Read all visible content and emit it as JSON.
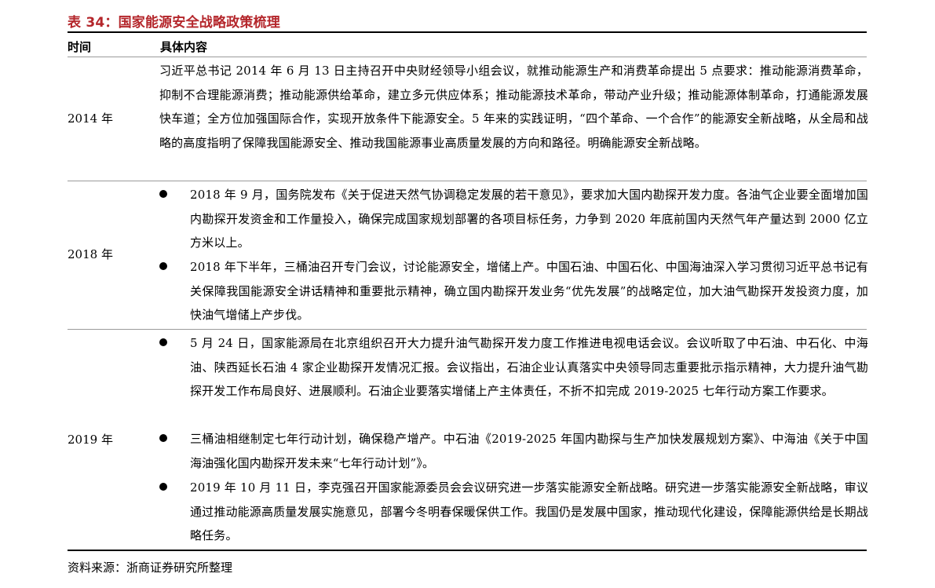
{
  "title": "表 34：国家能源安全战略政策梳理",
  "table": {
    "headers": {
      "time": "时间",
      "content": "具体内容"
    },
    "rows": [
      {
        "year": "2014 年",
        "paragraph": "习近平总书记 2014 年 6 月 13 日主持召开中央财经领导小组会议，就推动能源生产和消费革命提出 5 点要求：推动能源消费革命，抑制不合理能源消费；推动能源供给革命，建立多元供应体系；推动能源技术革命，带动产业升级；推动能源体制革命，打通能源发展快车道；全方位加强国际合作，实现开放条件下能源安全。5 年来的实践证明，“四个革命、一个合作”的能源安全新战略，从全局和战略的高度指明了保障我国能源安全、推动我国能源事业高质量发展的方向和路径。明确能源安全新战略。"
      },
      {
        "year": "2018 年",
        "bullets": [
          "2018 年 9 月，国务院发布《关于促进天然气协调稳定发展的若干意见》，要求加大国内勘探开发力度。各油气企业要全面增加国内勘探开发资金和工作量投入，确保完成国家规划部署的各项目标任务，力争到 2020 年底前国内天然气年产量达到 2000 亿立方米以上。",
          "2018 年下半年，三桶油召开专门会议，讨论能源安全，增储上产。中国石油、中国石化、中国海油深入学习贯彻习近平总书记有关保障我国能源安全讲话精神和重要批示精神，确立国内勘探开发业务“优先发展”的战略定位，加大油气勘探开发投资力度，加快油气增储上产步伐。"
        ]
      },
      {
        "year": "2019 年",
        "bullets": [
          "5 月 24 日，国家能源局在北京组织召开大力提升油气勘探开发力度工作推进电视电话会议。会议听取了中石油、中石化、中海油、陕西延长石油 4 家企业勘探开发情况汇报。会议指出，石油企业认真落实中央领导同志重要批示指示精神，大力提升油气勘探开发工作布局良好、进展顺利。石油企业要落实增储上产主体责任，不折不扣完成 2019-2025 七年行动方案工作要求。",
          "三桶油相继制定七年行动计划，确保稳产增产。中石油《2019-2025 年国内勘探与生产加快发展规划方案》、中海油《关于中国海油强化国内勘探开发未来“七年行动计划”》。",
          "2019 年 10 月 11 日，李克强召开国家能源委员会会议研究进一步落实能源安全新战略。研究进一步落实能源安全新战略，审议通过推动能源高质量发展实施意见，部署今冬明春保暖保供工作。我国仍是发展中国家，推动现代化建设，保障能源供给是长期战略任务。"
        ]
      }
    ]
  },
  "source": "资料来源：浙商证券研究所整理",
  "colors": {
    "title": "#b4262b",
    "text": "#000000",
    "rule": "#000000"
  }
}
